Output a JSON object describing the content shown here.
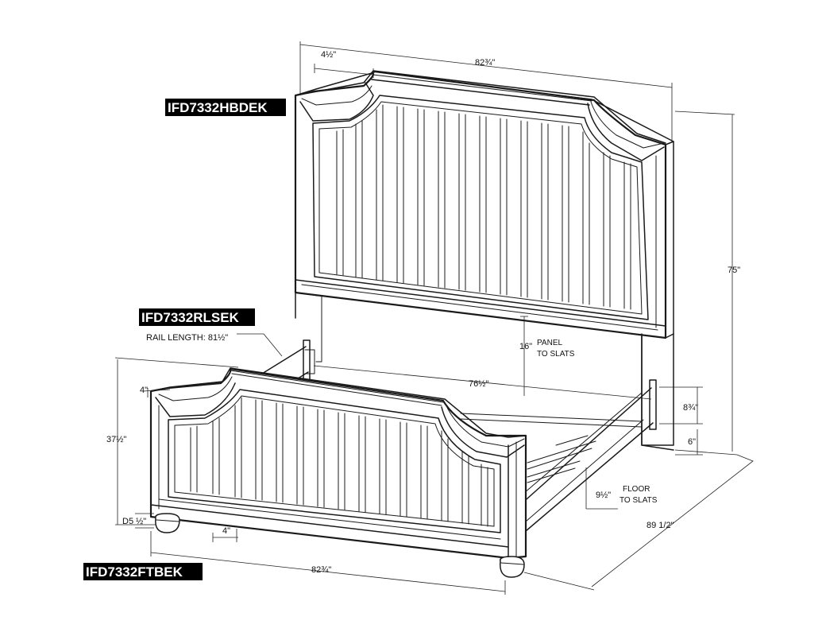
{
  "labels": {
    "headboard": "IFD7332HBDEK",
    "rails": "IFD7332RLSEK",
    "footboard": "IFD7332FTBEK"
  },
  "dimensions": {
    "hb_post_width": "4½\"",
    "hb_width": "82¾\"",
    "hb_height": "75\"",
    "rail_length": "RAIL LENGTH: 81½\"",
    "panel_to_slats_value": "16\"",
    "panel_to_slats_line1": "PANEL",
    "panel_to_slats_line2": "TO SLATS",
    "inner_width": "76½\"",
    "rail_height": "8¾\"",
    "rail_bottom": "6\"",
    "floor_to_slats_value": "9½\"",
    "floor_to_slats_line1": "FLOOR",
    "floor_to_slats_line2": "TO SLATS",
    "overall_length": "89 1/2\"",
    "fb_post_width": "4\"",
    "fb_height": "37½\"",
    "fb_foot_depth": "D5 ½\"",
    "fb_leg": "4\"",
    "fb_width": "82¾\""
  },
  "colors": {
    "line": "#1a1a1a",
    "label_bg": "#000000",
    "label_text": "#ffffff"
  }
}
